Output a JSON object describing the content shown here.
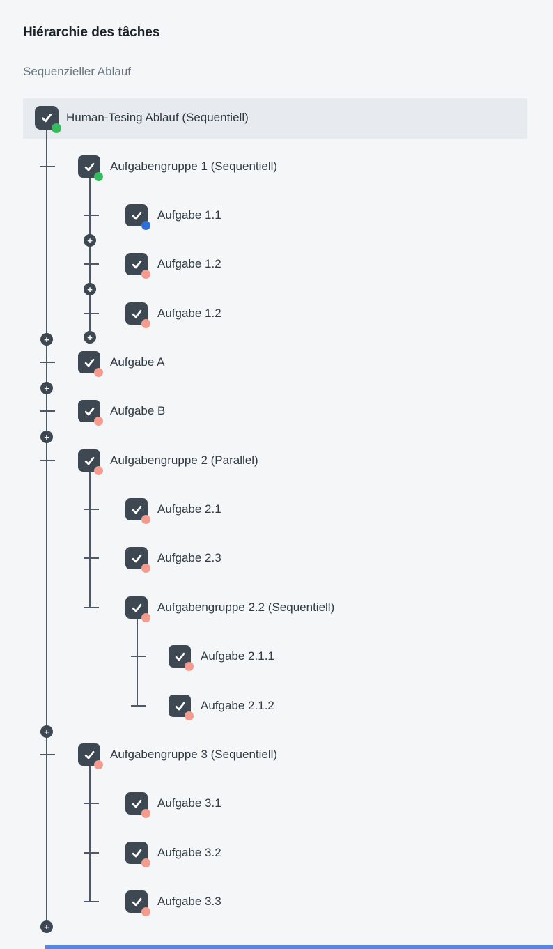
{
  "page": {
    "title": "Hiérarchie des tâches",
    "subtitle": "Sequenzieller Ablauf"
  },
  "icons": {
    "plus": "+"
  },
  "colors": {
    "page_bg": "#f4f6f7",
    "highlight_row": "#e7ebef",
    "icon_bg": "#3d4852",
    "tree_line": "#4d5964",
    "status_green": "#36b95f",
    "status_blue": "#2f6fd8",
    "status_salmon": "#f29b8e",
    "text_title": "#1b2127",
    "text_primary": "#303a43",
    "text_secondary": "#68757f",
    "bottom_bar": "#5585e8"
  },
  "tree": {
    "nodes": [
      {
        "label": "Human-Tesing Ablauf (Sequentiell)",
        "status": "green"
      },
      {
        "label": "Aufgabengruppe 1 (Sequentiell)",
        "status": "green"
      },
      {
        "label": "Aufgabe 1.1",
        "status": "blue"
      },
      {
        "label": "Aufgabe 1.2",
        "status": "salmon"
      },
      {
        "label": "Aufgabe 1.2",
        "status": "salmon"
      },
      {
        "label": "Aufgabe A",
        "status": "salmon"
      },
      {
        "label": "Aufgabe B",
        "status": "salmon"
      },
      {
        "label": "Aufgabengruppe 2 (Parallel)",
        "status": "salmon"
      },
      {
        "label": "Aufgabe 2.1",
        "status": "salmon"
      },
      {
        "label": "Aufgabe 2.3",
        "status": "salmon"
      },
      {
        "label": "Aufgabengruppe 2.2 (Sequentiell)",
        "status": "salmon"
      },
      {
        "label": "Aufgabe 2.1.1",
        "status": "salmon"
      },
      {
        "label": "Aufgabe 2.1.2",
        "status": "salmon"
      },
      {
        "label": "Aufgabengruppe 3 (Sequentiell)",
        "status": "salmon"
      },
      {
        "label": "Aufgabe 3.1",
        "status": "salmon"
      },
      {
        "label": "Aufgabe 3.2",
        "status": "salmon"
      },
      {
        "label": "Aufgabe 3.3",
        "status": "salmon"
      }
    ]
  }
}
